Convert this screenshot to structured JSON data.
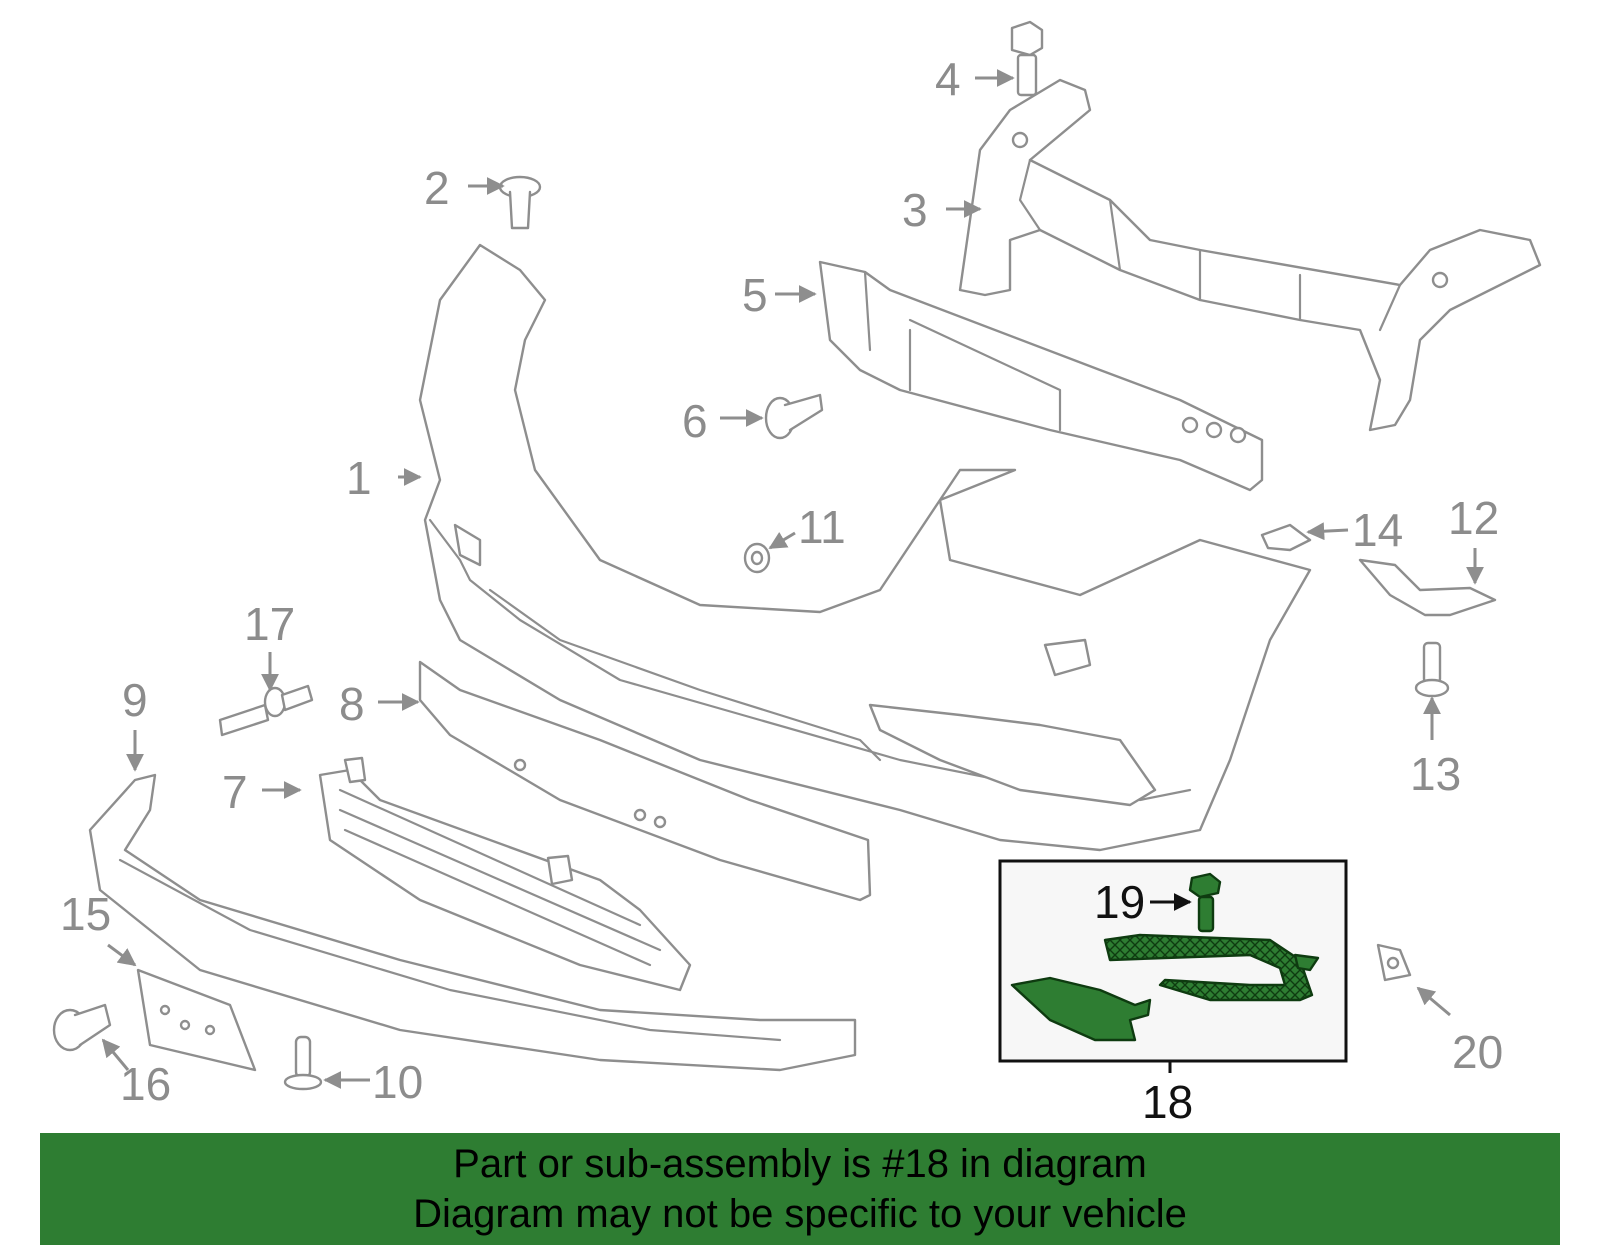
{
  "diagram": {
    "highlight_color": "#2e7d32",
    "part_color": "#8e8e8e",
    "callouts": {
      "c1": "1",
      "c2": "2",
      "c3": "3",
      "c4": "4",
      "c5": "5",
      "c6": "6",
      "c7": "7",
      "c8": "8",
      "c9": "9",
      "c10": "10",
      "c11": "11",
      "c12": "12",
      "c13": "13",
      "c14": "14",
      "c15": "15",
      "c16": "16",
      "c17": "17",
      "c18": "18",
      "c19": "19",
      "c20": "20"
    },
    "highlighted_part": "18"
  },
  "banner": {
    "line1": "Part or sub-assembly is #18 in diagram",
    "line2": "Diagram may not be specific to your vehicle"
  }
}
